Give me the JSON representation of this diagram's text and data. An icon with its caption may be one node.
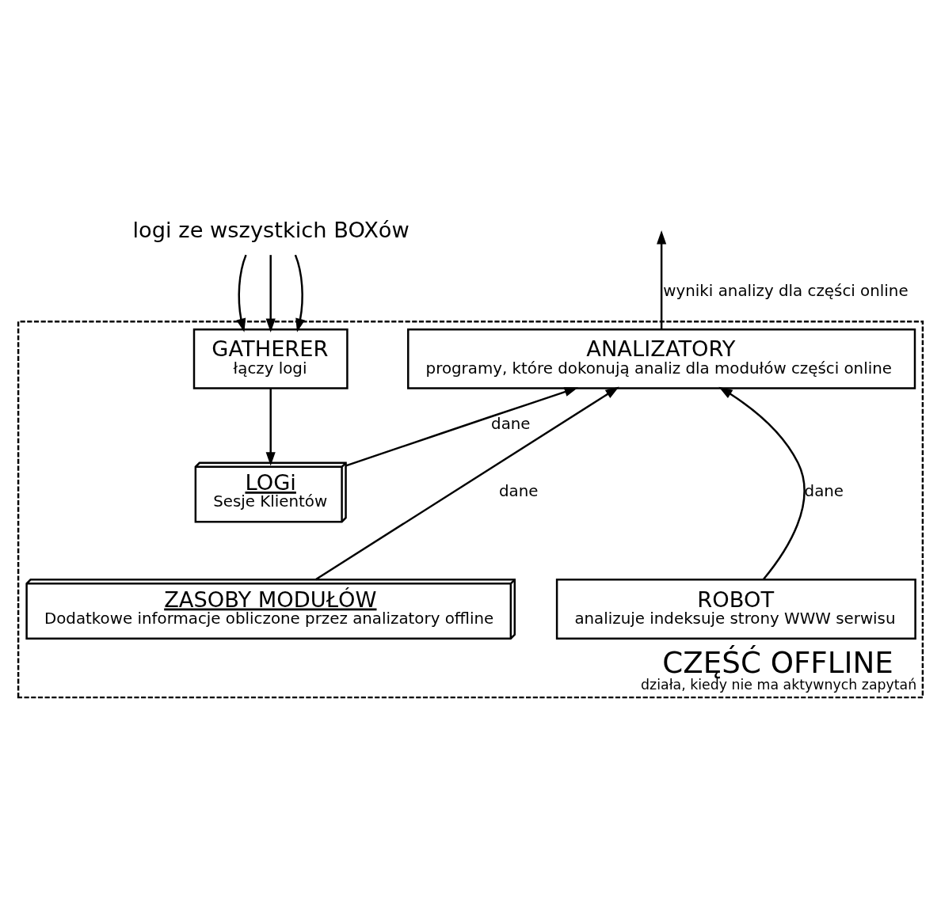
{
  "diagram": {
    "nodes": [
      {
        "text": [
          "CZĘŚĆ OFFLINE",
          "działa, kiedy nie ma aktywnych zapytań"
        ]
      },
      {
        "text": [
          "GATHERER",
          "łączy logi"
        ],
        "in": 0
      },
      {
        "text": [
          "ANALIZATORY",
          "programy, które dokonują analiz dla modułów części online"
        ],
        "in": 0
      },
      {
        "text": [
          "LOGi",
          "Sesje Klientów"
        ],
        "in": 0
      },
      {
        "text": [
          "ZASOBY MODUŁÓW",
          "Dodatkowe informacje obliczone przez analizatory offline"
        ],
        "in": 0
      },
      {
        "text": [
          "ROBOT",
          "analizuje indeksuje strony WWW serwisu"
        ],
        "in": 0
      },
      {
        "text": [
          "logi ze wszystkich BOXów"
        ]
      }
    ],
    "edges": [
      {
        "from": 6,
        "to": 1,
        "arrow": "to"
      },
      {
        "from": 6,
        "to": 1,
        "arrow": "to"
      },
      {
        "from": 6,
        "to": 1,
        "arrow": "to"
      },
      {
        "from": 1,
        "to": 3,
        "arrow": "to"
      },
      {
        "from": 3,
        "to": 2,
        "arrow": "to",
        "label": "dane"
      },
      {
        "from": 4,
        "to": 2,
        "arrow": "to",
        "label": "dane"
      },
      {
        "from": 5,
        "to": 2,
        "arrow": "to",
        "label": "dane"
      },
      {
        "from": 2,
        "to": null,
        "arrow": "to",
        "label": "wyniki analizy dla części online"
      }
    ]
  }
}
